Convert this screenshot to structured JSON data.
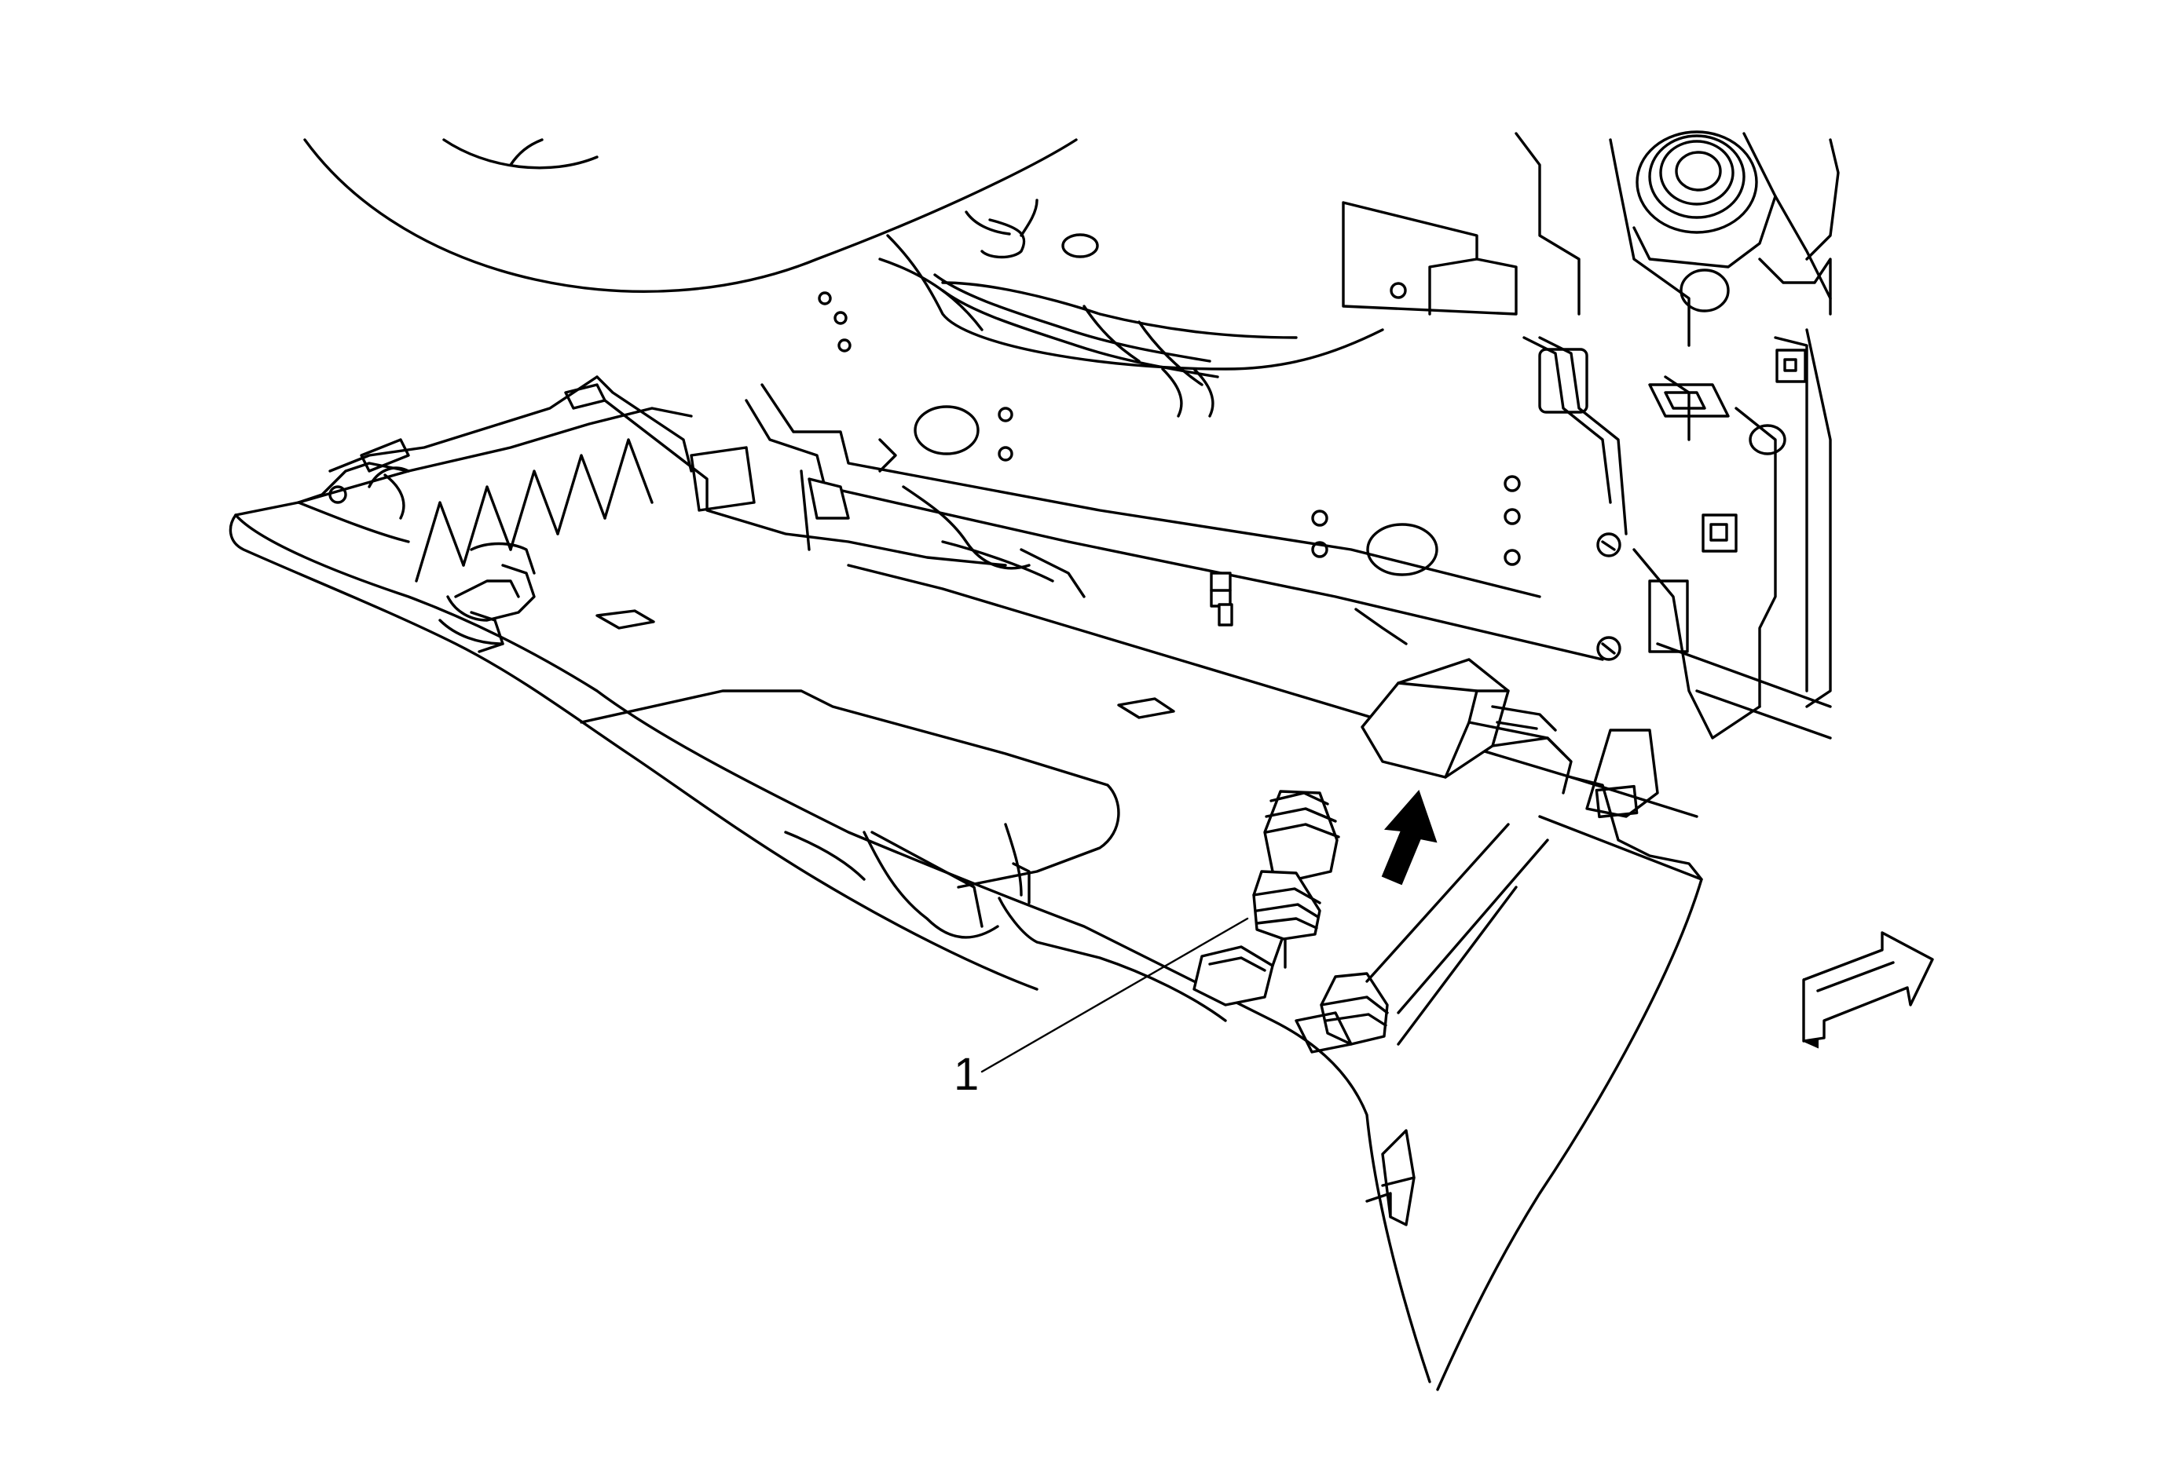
{
  "callouts": [
    {
      "id": "1",
      "label": "1"
    }
  ],
  "colors": {
    "line": "#000000",
    "fill": "#ffffff"
  },
  "icons": [
    "install-direction-arrow",
    "vehicle-front-arrow"
  ]
}
